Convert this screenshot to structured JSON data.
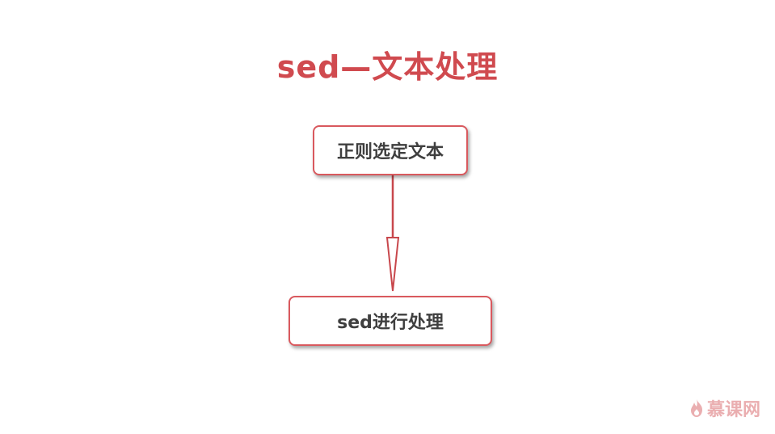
{
  "title": "sed—文本处理",
  "nodes": {
    "select": "正则选定文本",
    "process": "sed进行处理"
  },
  "watermark": {
    "brand": "慕课网",
    "icon": "flame-logo-icon"
  },
  "colors": {
    "accent": "#d04a4f",
    "border": "#d9595e",
    "text": "#3f3f3f",
    "watermark": "#e7a0a3"
  }
}
